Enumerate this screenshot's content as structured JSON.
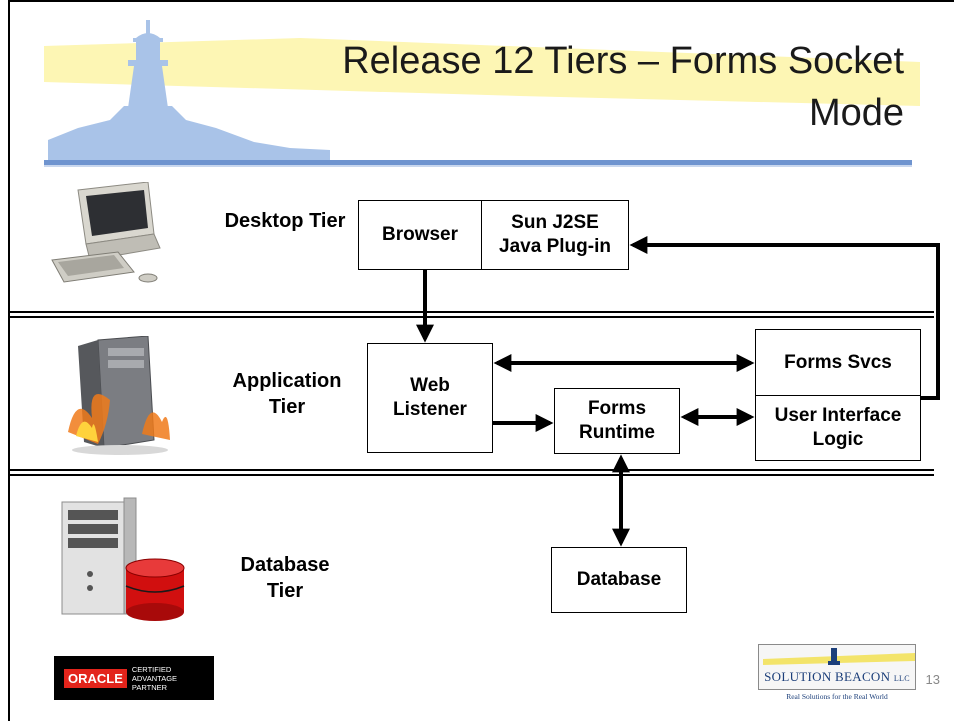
{
  "title": {
    "line1": "Release 12 Tiers – Forms Socket",
    "line2": "Mode"
  },
  "tiers": {
    "desktop": "Desktop Tier",
    "application_line1": "Application",
    "application_line2": "Tier",
    "database_line1": "Database",
    "database_line2": "Tier"
  },
  "boxes": {
    "browser": "Browser",
    "java_line1": "Sun J2SE",
    "java_line2": "Java Plug-in",
    "web_line1": "Web",
    "web_line2": "Listener",
    "runtime_line1": "Forms",
    "runtime_line2": "Runtime",
    "forms_svcs": "Forms Svcs",
    "ui_line1": "User Interface",
    "ui_line2": "Logic",
    "database": "Database"
  },
  "logos": {
    "oracle_mark": "ORACLE",
    "oracle_line1": "CERTIFIED ADVANTAGE",
    "oracle_line2": "PARTNER",
    "solution_beacon": "SOLUTION BEACON",
    "solution_beacon_suffix": "LLC",
    "solution_beacon_tagline": "Real Solutions for the Real World"
  },
  "page_number": "13",
  "colors": {
    "title_band": "#fdf6b4",
    "lighthouse": "#a9c3e8",
    "rule_blue": "#6f94cf",
    "database_red": "#d10f0f"
  }
}
